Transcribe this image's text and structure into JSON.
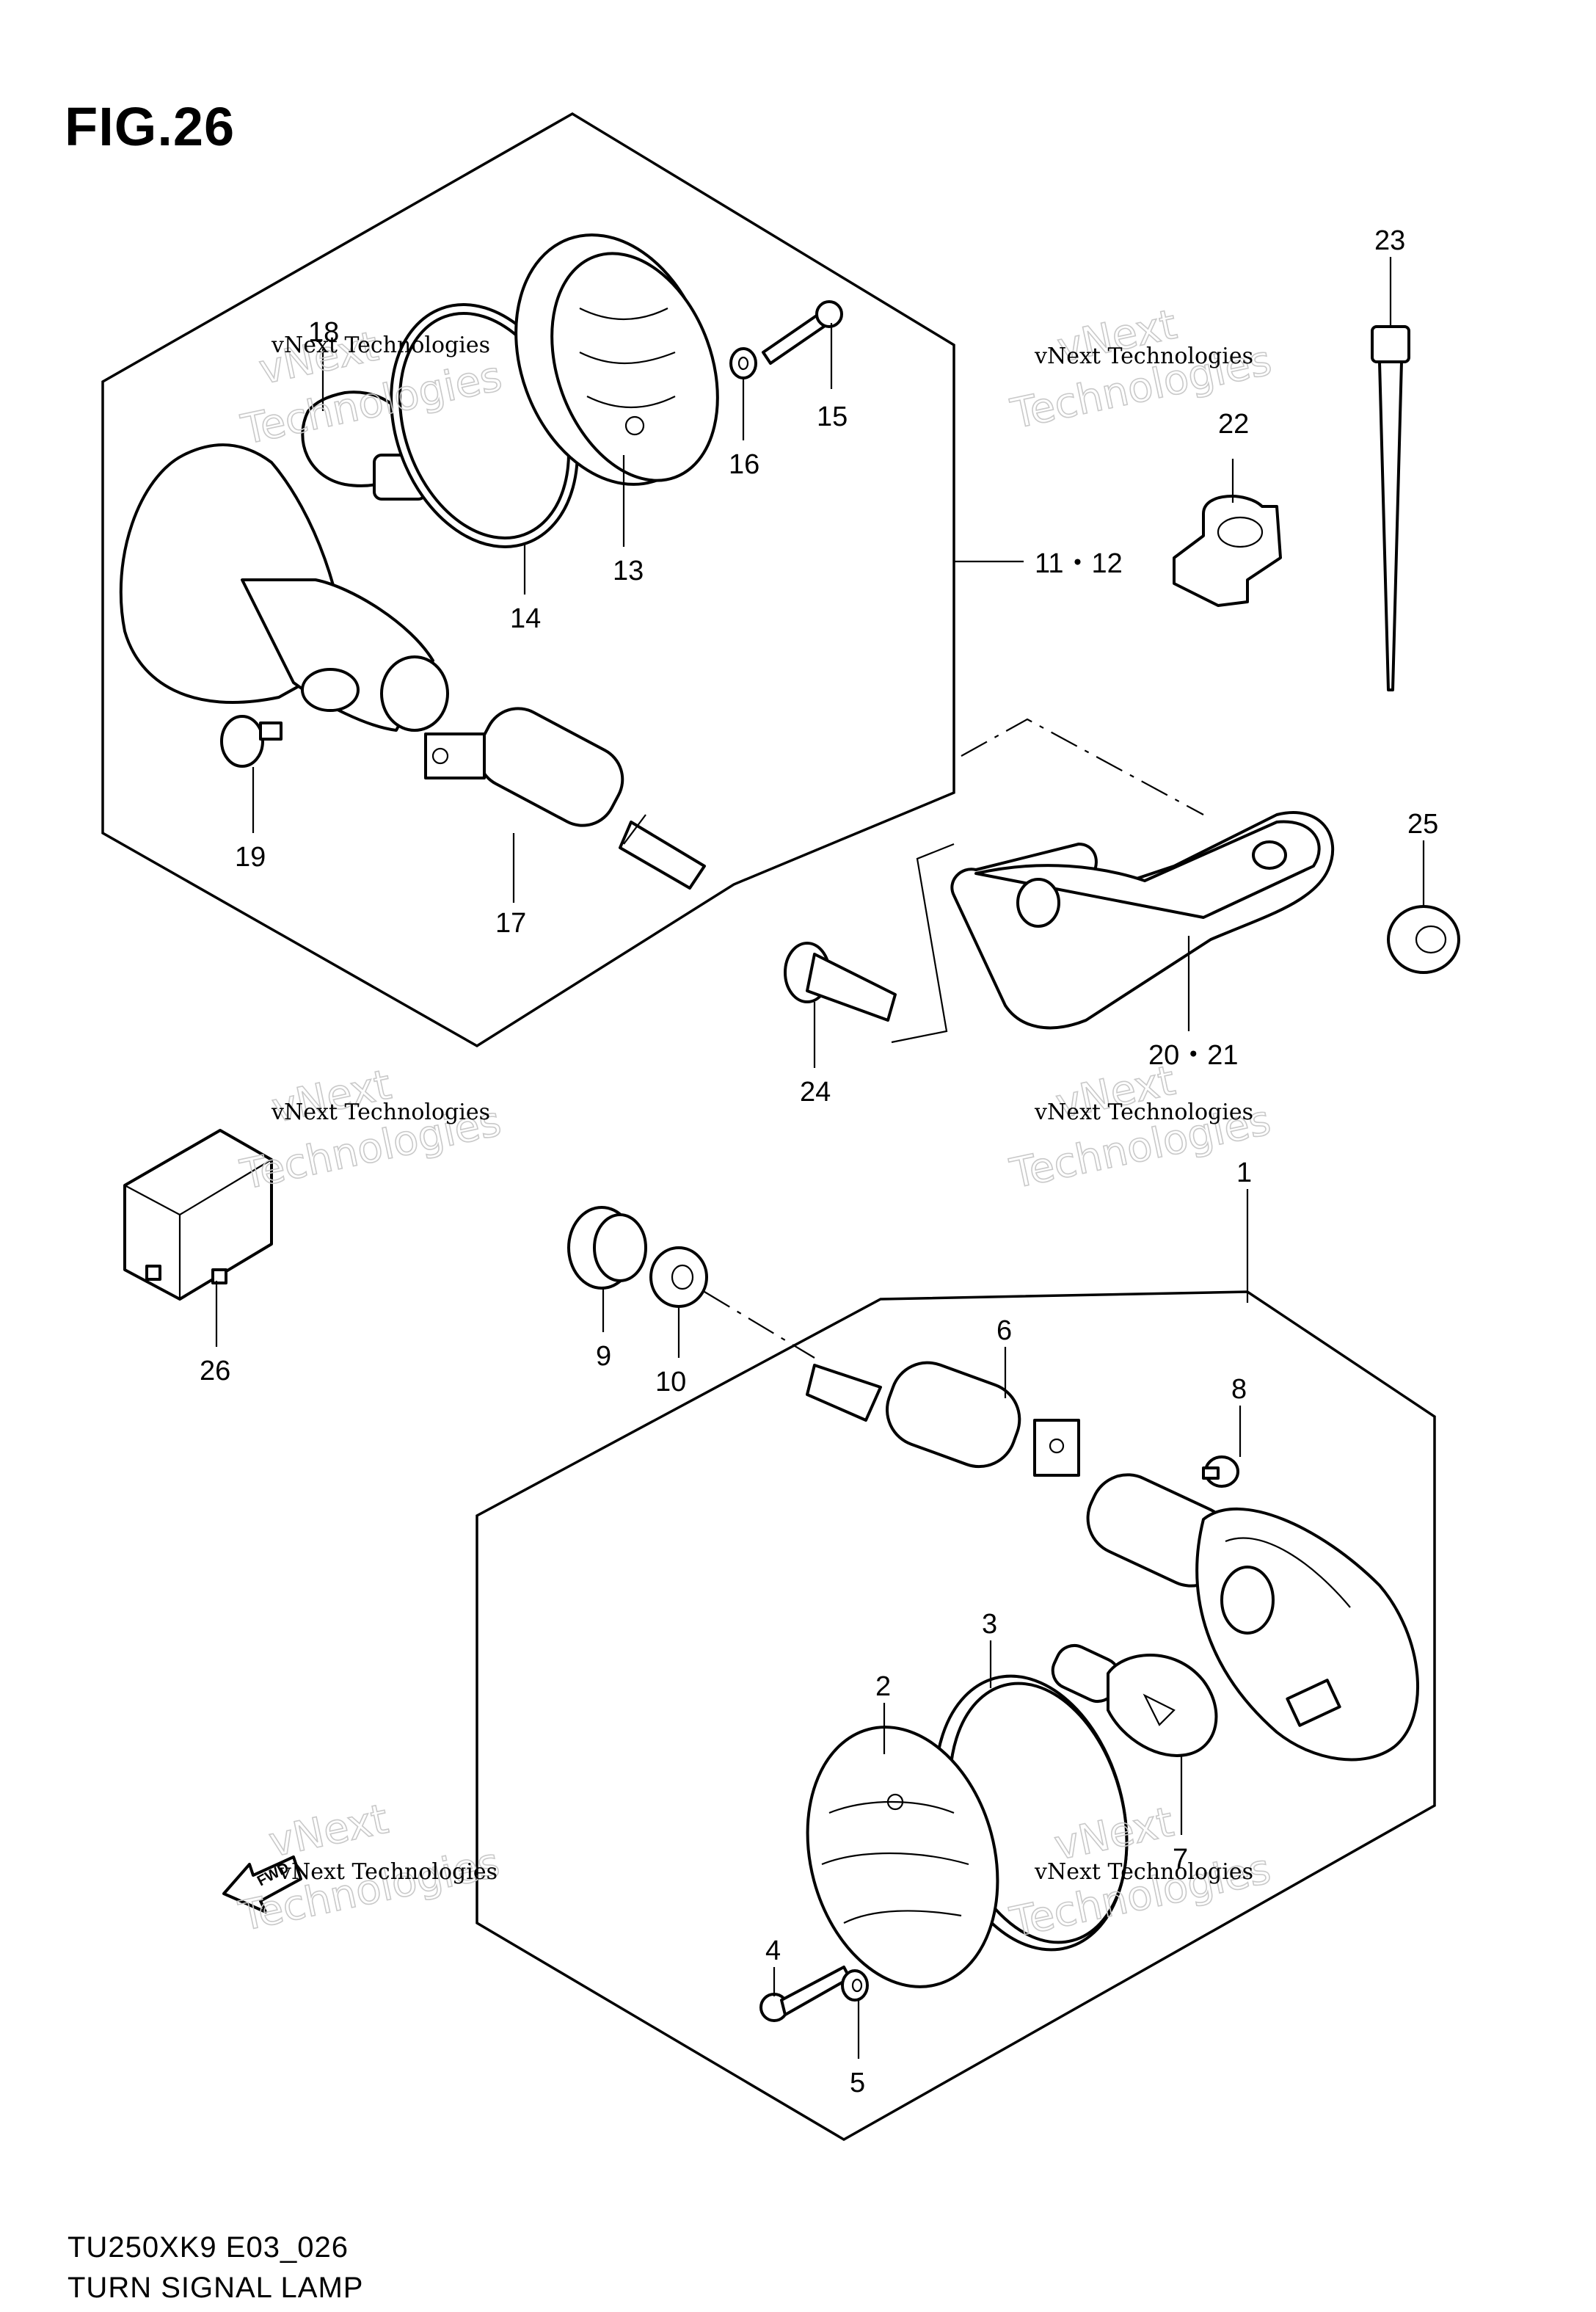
{
  "figure": {
    "title": "FIG.26"
  },
  "footer": {
    "model_code": "TU250XK9 E03_026",
    "caption": "TURN SIGNAL LAMP"
  },
  "callouts": {
    "c1": "1",
    "c2": "2",
    "c3": "3",
    "c4": "4",
    "c5": "5",
    "c6": "6",
    "c7": "7",
    "c8": "8",
    "c9": "9",
    "c10": "10",
    "c11_12": "11・12",
    "c13": "13",
    "c14": "14",
    "c15": "15",
    "c16": "16",
    "c17": "17",
    "c18": "18",
    "c19": "19",
    "c20_21": "20・21",
    "c22": "22",
    "c23": "23",
    "c24": "24",
    "c25": "25",
    "c26": "26"
  },
  "fwd_badge": "FWD",
  "watermark": {
    "small": "vNext Technologies",
    "big_line1": "vNext",
    "big_line2": "Technologies"
  }
}
